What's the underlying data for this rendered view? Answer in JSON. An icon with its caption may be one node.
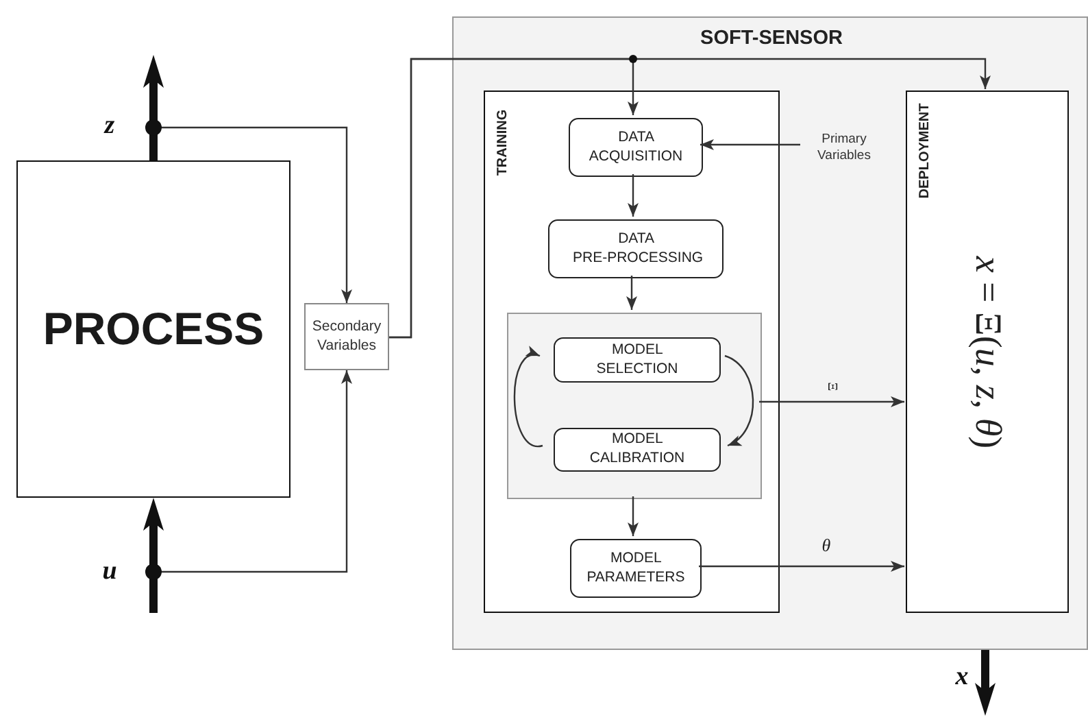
{
  "diagram": {
    "nodes": [
      {
        "text": [
          "PROCESS"
        ]
      },
      {
        "text": [
          "Secondary Variables"
        ]
      },
      {
        "text": [
          "SOFT-SENSOR"
        ]
      },
      {
        "text": [
          "TRAINING"
        ],
        "in": 2
      },
      {
        "text": [
          "DATA ACQUISITION"
        ],
        "in": 3
      },
      {
        "text": [
          "DATA PRE-PROCESSING"
        ],
        "in": 3
      },
      {
        "text": [],
        "shape": "box",
        "in": 3
      },
      {
        "text": [
          "MODEL SELECTION"
        ],
        "in": 6
      },
      {
        "text": [
          "MODEL CALIBRATION"
        ],
        "in": 6
      },
      {
        "text": [
          "MODEL PARAMETERS"
        ],
        "in": 3
      },
      {
        "text": [
          "DEPLOYMENT",
          "*x* = Ξ(*u*, *z*, *θ*)"
        ],
        "in": 2
      },
      {
        "text": [
          "Primary Variables"
        ],
        "in": 2
      }
    ],
    "edges": [
      {
        "from": null,
        "to": 0,
        "arrow": "to",
        "label": "u",
        "style": "thick"
      },
      {
        "from": 0,
        "to": null,
        "arrow": "to",
        "label": "z",
        "style": "thick"
      },
      {
        "from": 0,
        "to": 1,
        "arrow": "to"
      },
      {
        "from": null,
        "to": 1,
        "arrow": "to"
      },
      {
        "from": 1,
        "to": 4,
        "arrow": "to"
      },
      {
        "from": 1,
        "to": 10,
        "arrow": "to"
      },
      {
        "from": 11,
        "to": 4,
        "arrow": "to"
      },
      {
        "from": 4,
        "to": 5,
        "arrow": "to"
      },
      {
        "from": 5,
        "to": 6,
        "arrow": "to"
      },
      {
        "from": 7,
        "to": 8,
        "arrow": "to"
      },
      {
        "from": 8,
        "to": 7,
        "arrow": "to"
      },
      {
        "from": 6,
        "to": 9,
        "arrow": "to"
      },
      {
        "from": 6,
        "to": 10,
        "arrow": "to",
        "label": "Ξ"
      },
      {
        "from": 9,
        "to": 10,
        "arrow": "to",
        "label": "θ"
      },
      {
        "from": 2,
        "to": null,
        "arrow": "to",
        "label": "x",
        "style": "thick"
      }
    ]
  }
}
